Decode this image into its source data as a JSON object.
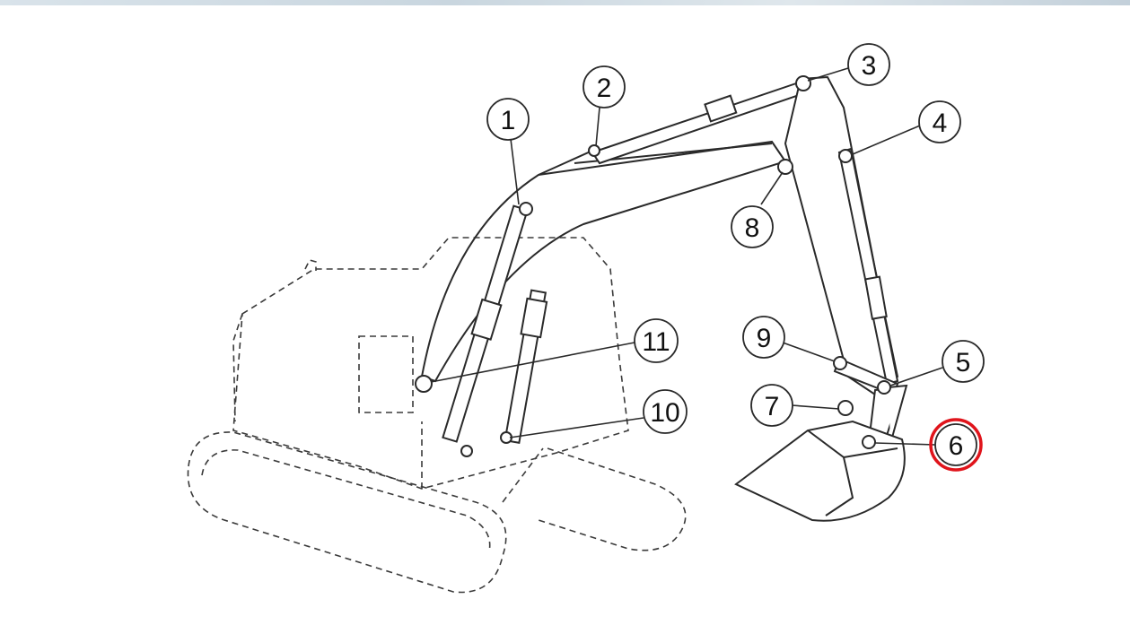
{
  "diagram": {
    "callouts": [
      {
        "id": "1",
        "label": "1"
      },
      {
        "id": "2",
        "label": "2"
      },
      {
        "id": "3",
        "label": "3"
      },
      {
        "id": "4",
        "label": "4"
      },
      {
        "id": "5",
        "label": "5"
      },
      {
        "id": "6",
        "label": "6",
        "highlighted": true
      },
      {
        "id": "7",
        "label": "7"
      },
      {
        "id": "8",
        "label": "8"
      },
      {
        "id": "9",
        "label": "9"
      },
      {
        "id": "10",
        "label": "10"
      },
      {
        "id": "11",
        "label": "11"
      }
    ],
    "colors": {
      "line": "#2a2a2a",
      "dashed": "#3a3a3a",
      "highlight": "#e0141b",
      "background": "#ffffff"
    }
  }
}
